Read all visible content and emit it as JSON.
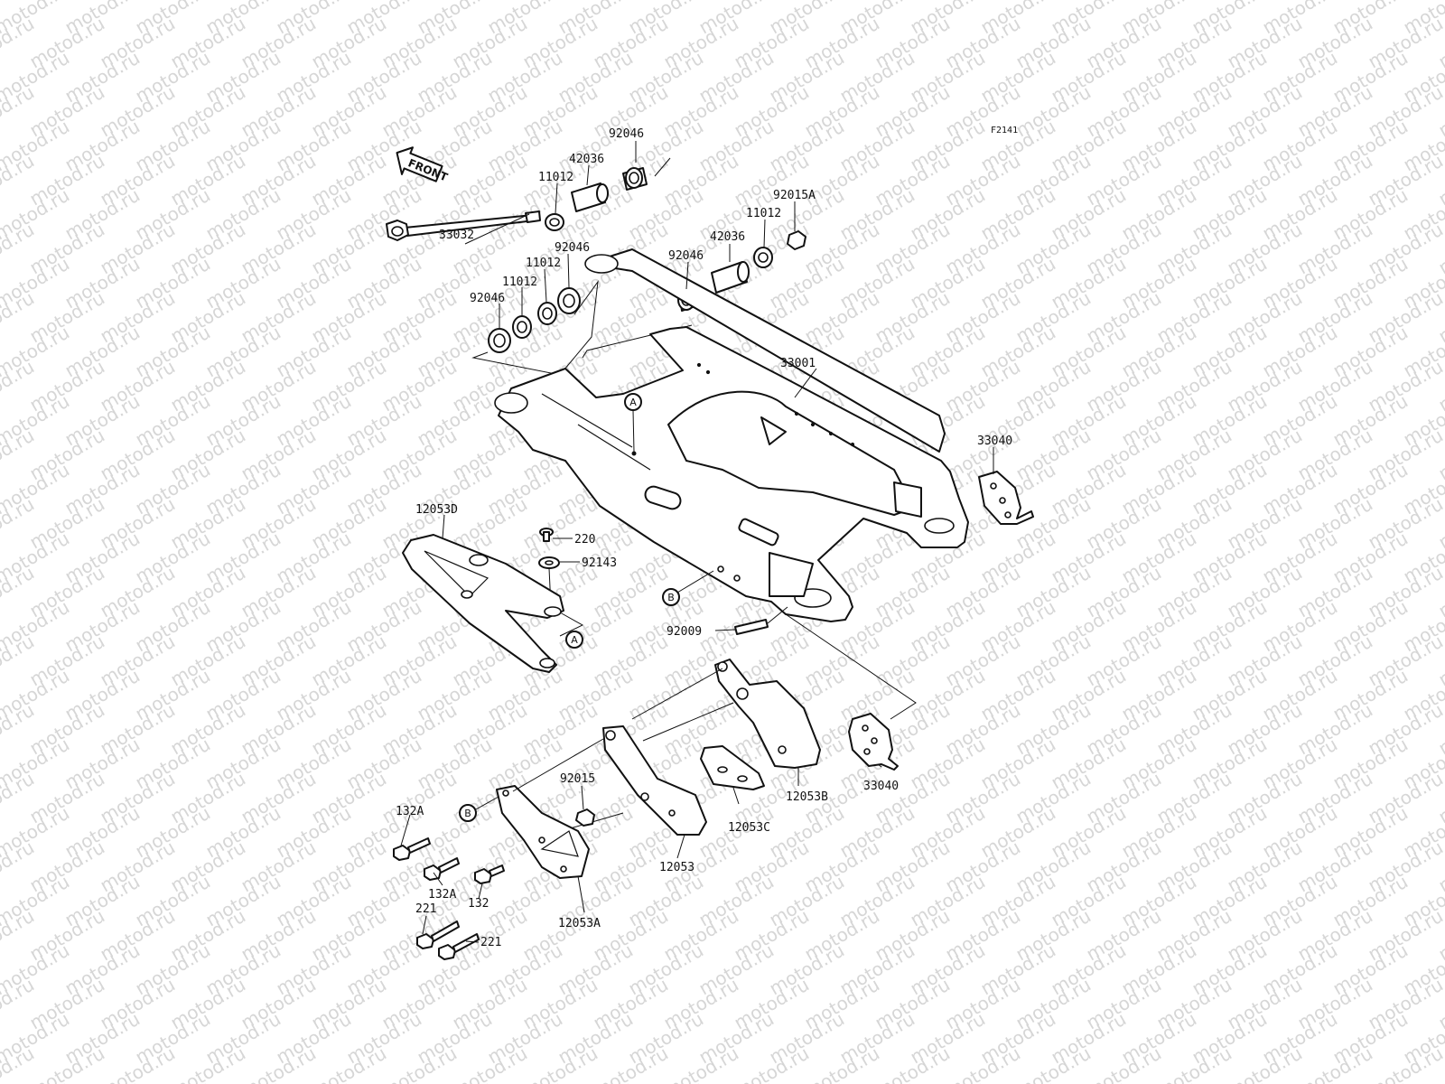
{
  "diagram": {
    "code": "F2141",
    "watermark": "motod.ru",
    "front_label": "FRONT",
    "reference_marks": {
      "a": "A",
      "b": "B"
    },
    "labels": {
      "p92046_top": "92046",
      "p42036_top": "42036",
      "p11012_top": "11012",
      "p33032": "33032",
      "p92015a": "92015A",
      "p11012_right": "11012",
      "p42036_mid": "42036",
      "p92046_mid": "92046",
      "p92046_left": "92046",
      "p11012_left1": "11012",
      "p11012_left2": "11012",
      "p92046_left2": "92046",
      "p33001": "33001",
      "p33040_top": "33040",
      "p12053d": "12053D",
      "p220": "220",
      "p92143": "92143",
      "p92009": "92009",
      "p33040_bottom": "33040",
      "p92015": "92015",
      "p12053b": "12053B",
      "p12053c": "12053C",
      "p132a_1": "132A",
      "p132a_2": "132A",
      "p132": "132",
      "p12053": "12053",
      "p221_1": "221",
      "p221_2": "221",
      "p12053a": "12053A"
    }
  }
}
